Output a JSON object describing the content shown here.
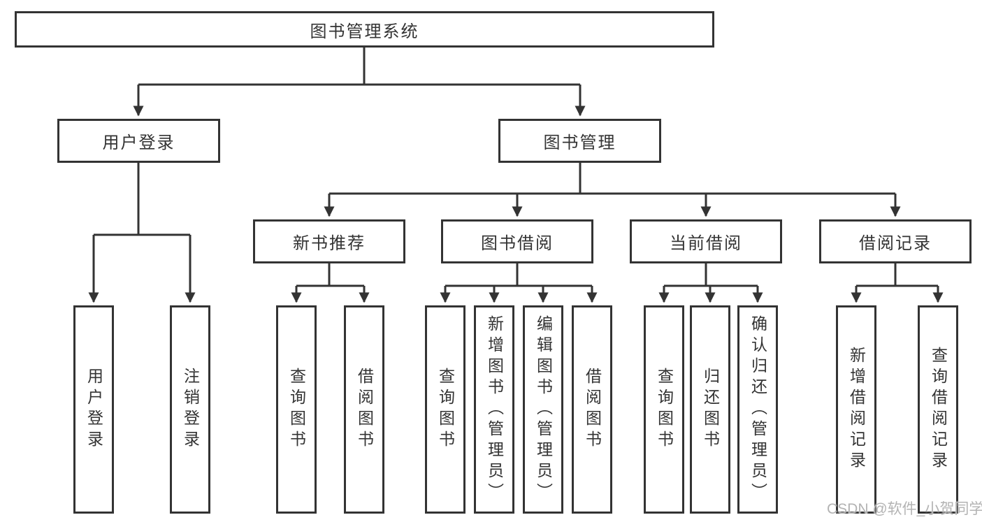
{
  "root": {
    "label": "图书管理系统"
  },
  "level2": [
    {
      "label": "用户登录",
      "children": [
        {
          "label": "用户登录"
        },
        {
          "label": "注销登录"
        }
      ]
    },
    {
      "label": "图书管理",
      "children": [
        {
          "label": "新书推荐",
          "children": [
            {
              "label": "查询图书"
            },
            {
              "label": "借阅图书"
            }
          ]
        },
        {
          "label": "图书借阅",
          "children": [
            {
              "label": "查询图书"
            },
            {
              "label": "新增图书（管理员）"
            },
            {
              "label": "编辑图书（管理员）"
            },
            {
              "label": "借阅图书"
            }
          ]
        },
        {
          "label": "当前借阅",
          "children": [
            {
              "label": "查询图书"
            },
            {
              "label": "归还图书"
            },
            {
              "label": "确认归还（管理员）"
            }
          ]
        },
        {
          "label": "借阅记录",
          "children": [
            {
              "label": "新增借阅记录"
            },
            {
              "label": "查询借阅记录"
            }
          ]
        }
      ]
    }
  ],
  "watermark": "CSDN @软件_小贺同学",
  "colors": {
    "line": "#333333",
    "text": "#333333",
    "background": "#ffffff",
    "watermark": "#b3b3b3"
  }
}
